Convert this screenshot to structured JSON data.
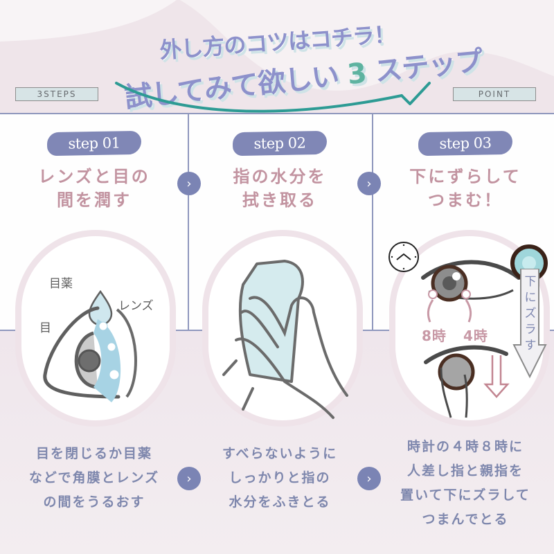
{
  "header": {
    "title_line1": "外し方のコツはコチラ！",
    "title_line2_prefix": "試してみて欲しい",
    "title_line2_number": "3",
    "title_line2_suffix": "ステップ",
    "left_tag": "3STEPS",
    "right_tag": "POINT"
  },
  "colors": {
    "accent_navy": "#8087b6",
    "title_purple": "#8d91cb",
    "title_teal": "#5eb3a0",
    "heading_pink": "#c293a0",
    "body_blue": "#7e87ad",
    "swoosh_teal": "#2d9b94",
    "divider": "#8f97bd"
  },
  "steps": [
    {
      "pill": "step 01",
      "heading_line1": "レンズと目の",
      "heading_line2": "間を潤す",
      "illustration": "eye-drop-lens-diagram",
      "labels": {
        "eye_drop": "目薬",
        "lens": "レンズ",
        "eye": "目"
      },
      "desc_line1": "目を閉じるか目薬",
      "desc_line2": "などで角膜とレンズ",
      "desc_line3": "の間をうるおす"
    },
    {
      "pill": "step 02",
      "heading_line1": "指の水分を",
      "heading_line2": "拭き取る",
      "illustration": "hand-wiping-towel",
      "desc_line1": "すべらないように",
      "desc_line2": "しっかりと指の",
      "desc_line3": "水分をふきとる"
    },
    {
      "pill": "step 03",
      "heading_line1": "下にずらして",
      "heading_line2": "つまむ！",
      "illustration": "eye-lens-pinch",
      "labels": {
        "eight": "8時",
        "four": "4時",
        "slide_down": "下にズラす"
      },
      "desc_line1": "時計の４時８時に",
      "desc_line2": "人差し指と親指を",
      "desc_line3": "置いて下にズラして",
      "desc_line4": "つまんでとる"
    }
  ],
  "arrows": {
    "glyph": "›"
  }
}
